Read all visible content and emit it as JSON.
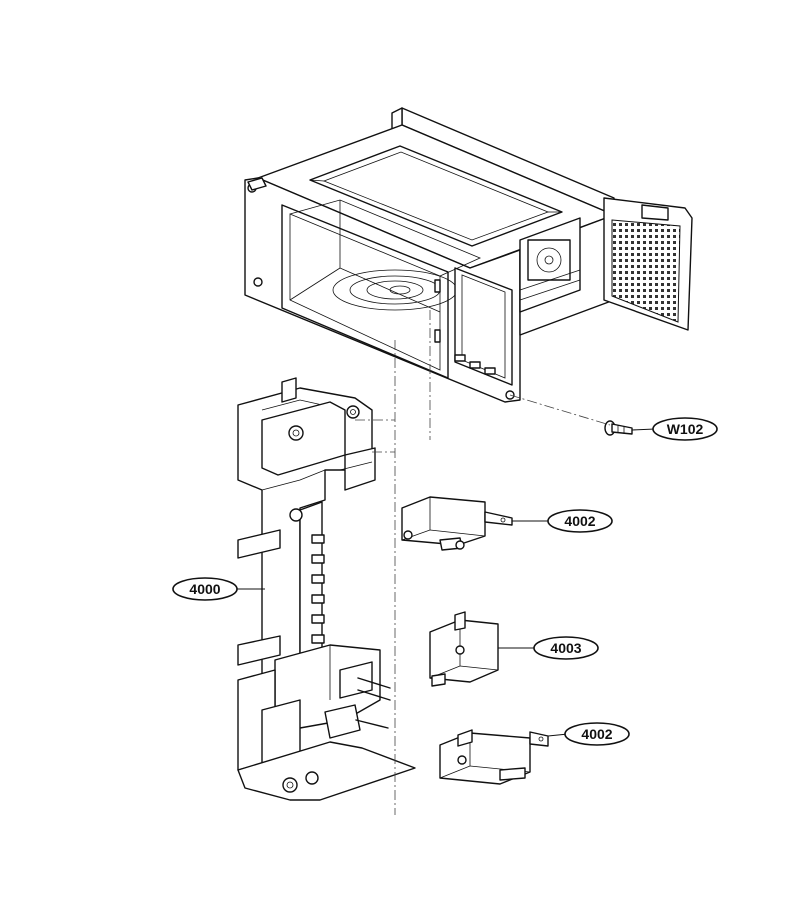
{
  "callouts": {
    "w102": "W102",
    "p4002_top": "4002",
    "p4000": "4000",
    "p4003": "4003",
    "p4002_bottom": "4002"
  },
  "colors": {
    "line": "#111111",
    "background": "#ffffff"
  }
}
